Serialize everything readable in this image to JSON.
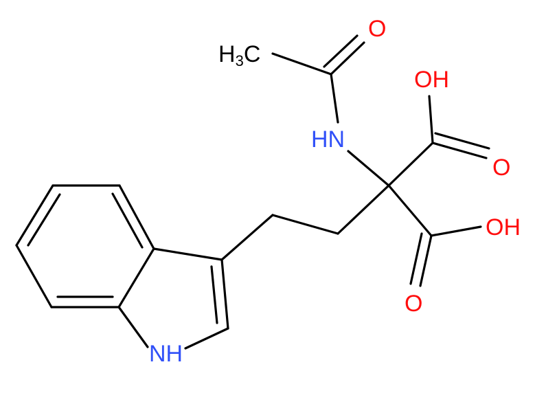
{
  "structure": {
    "labels": {
      "methyl": "H",
      "methyl_subscript": "3",
      "methyl_c": "C",
      "acetyl_o": "O",
      "amide_nh": "HN",
      "acid1_oh": "OH",
      "acid1_o": "O",
      "acid2_oh": "OH",
      "acid2_o": "O",
      "indole_nh": "NH"
    },
    "colors": {
      "carbon": "#000000",
      "oxygen": "#ff0d0d",
      "nitrogen": "#3050f8"
    }
  }
}
